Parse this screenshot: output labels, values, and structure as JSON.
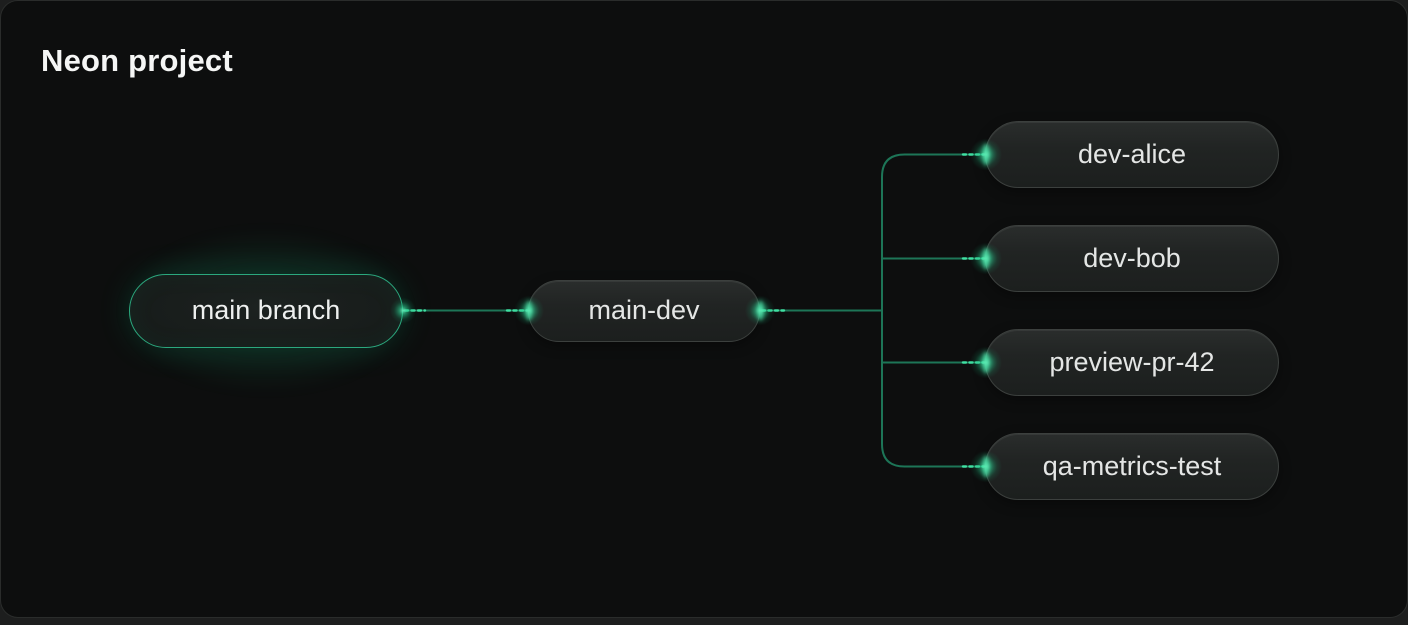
{
  "card": {
    "title": "Neon project"
  },
  "diagram": {
    "nodes": [
      {
        "id": "main-branch",
        "label": "main branch",
        "role": "root"
      },
      {
        "id": "main-dev",
        "label": "main-dev",
        "role": "intermediate"
      },
      {
        "id": "dev-alice",
        "label": "dev-alice",
        "role": "leaf"
      },
      {
        "id": "dev-bob",
        "label": "dev-bob",
        "role": "leaf"
      },
      {
        "id": "preview-pr-42",
        "label": "preview-pr-42",
        "role": "leaf"
      },
      {
        "id": "qa-metrics-test",
        "label": "qa-metrics-test",
        "role": "leaf"
      }
    ],
    "edges": [
      {
        "from": "main branch",
        "to": "main-dev"
      },
      {
        "from": "main-dev",
        "to": "dev-alice"
      },
      {
        "from": "main-dev",
        "to": "dev-bob"
      },
      {
        "from": "main-dev",
        "to": "preview-pr-42"
      },
      {
        "from": "main-dev",
        "to": "qa-metrics-test"
      }
    ],
    "colors": {
      "accent_green": "#00e599",
      "line_green": "#1d7557",
      "endpoint_glow": "#4ae5aa",
      "root_border": "#2ba87e"
    }
  }
}
